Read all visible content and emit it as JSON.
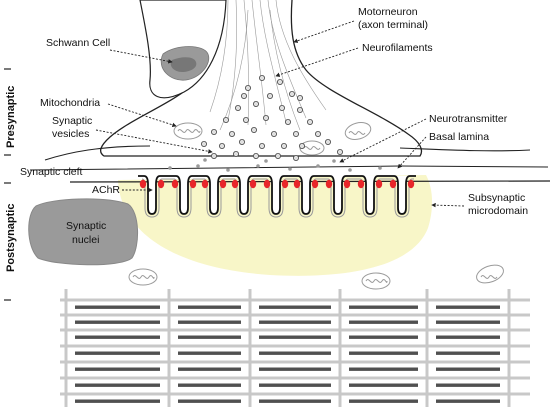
{
  "side_labels": {
    "presynaptic": "Presynaptic",
    "synaptic_cleft": "Synaptic cleft",
    "postsynaptic": "Postsynaptic"
  },
  "labels": {
    "schwann_cell": "Schwann Cell",
    "motorneuron_line1": "Motorneuron",
    "motorneuron_line2": "(axon terminal)",
    "neurofilaments": "Neurofilaments",
    "mitochondria": "Mitochondria",
    "synaptic_vesicles_line1": "Synaptic",
    "synaptic_vesicles_line2": "vesicles",
    "neurotransmitter": "Neurotransmitter",
    "basal_lamina": "Basal lamina",
    "achr": "AChR",
    "subsynaptic_line1": "Subsynaptic",
    "subsynaptic_line2": "microdomain",
    "synaptic_nuclei_line1": "Synaptic",
    "synaptic_nuclei_line2": "nuclei"
  },
  "colors": {
    "achr": "#e8262a",
    "microdomain": "#f8f6c8",
    "nucleus": "#9a9a9a",
    "sarcomere_light": "#c8c8c8",
    "sarcomere_dark": "#505050"
  }
}
